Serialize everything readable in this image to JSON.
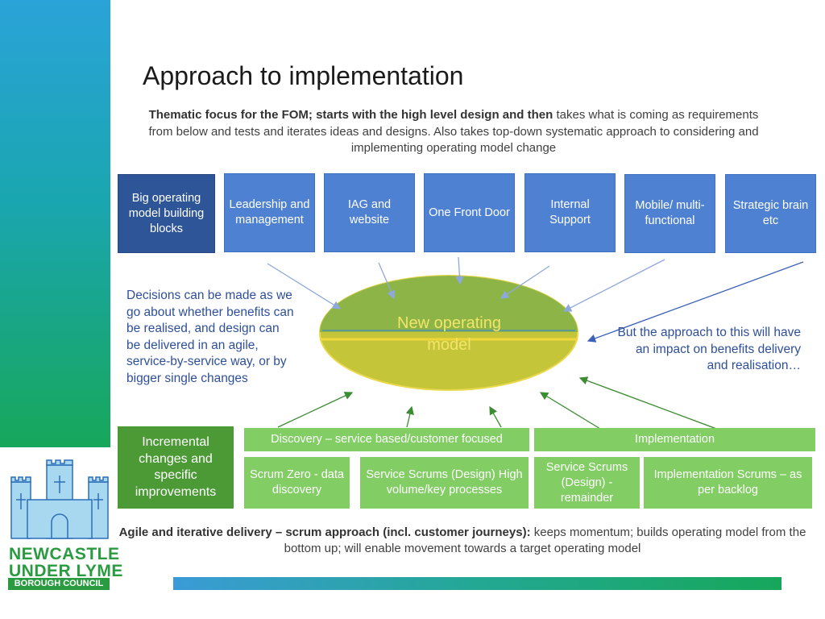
{
  "title": "Approach to implementation",
  "intro": {
    "bold": "Thematic focus for the FOM; starts with the high level design and then",
    "rest": " takes what is coming as requirements from below and tests and iterates ideas and designs.  Also takes top-down systematic approach to considering and implementing operating model change"
  },
  "top_boxes": [
    "Big operating model building blocks",
    "Leadership and management",
    "IAG and website",
    "One Front Door",
    "Internal Support",
    "Mobile/ multi-functional",
    "Strategic brain etc"
  ],
  "center_label": "New operating model",
  "left_note": "Decisions can be made as we go about whether benefits can be realised, and design can be delivered in an agile, service-by-service way, or by bigger single changes",
  "right_note": "But the approach to this will have an impact on benefits delivery and realisation…",
  "bottom_boxes": {
    "incremental": "Incremental changes and specific improvements",
    "discovery": "Discovery – service based/customer focused",
    "implementation": "Implementation",
    "scrum_zero": "Scrum Zero - data discovery",
    "service_scrums_high": "Service Scrums (Design) High volume/key processes",
    "service_scrums_remainder": "Service Scrums (Design) - remainder",
    "implementation_scrums": "Implementation Scrums – as per backlog"
  },
  "bottom_text": {
    "bold": "Agile and iterative delivery – scrum approach (incl. customer journeys):",
    "rest": " keeps momentum; builds operating model from the bottom up; will enable movement towards a target operating model"
  },
  "logo": {
    "line1": "NEWCASTLE",
    "line2": "UNDER LYME",
    "line3": "BOROUGH COUNCIL"
  },
  "colors": {
    "box_blue": "#4f81d2",
    "box_navy": "#2e5597",
    "green_light": "#82ce64",
    "green_dark": "#4c9a35",
    "ellipse_fill": "#c5c53a",
    "note_text": "#2e4f9a"
  }
}
